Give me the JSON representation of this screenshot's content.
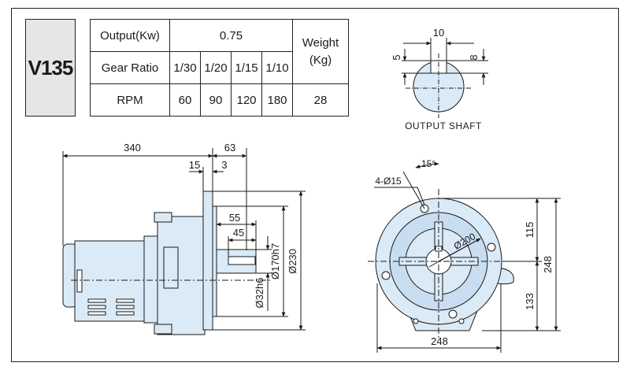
{
  "model": "V135",
  "spec_table": {
    "output_label": "Output(Kw)",
    "output_value": "0.75",
    "weight_label": "Weight\n(Kg)",
    "weight_value": "28",
    "gear_ratio_label": "Gear Ratio",
    "gear_ratios": [
      "1/30",
      "1/20",
      "1/15",
      "1/10"
    ],
    "rpm_label": "RPM",
    "rpm_values": [
      "60",
      "90",
      "120",
      "180"
    ]
  },
  "output_shaft": {
    "title": "OUTPUT SHAFT",
    "dim_width": "10",
    "dim_left": "5",
    "dim_right": "8"
  },
  "side_view": {
    "dim_total_length": "340",
    "dim_flange_to_shaft": "63",
    "dim_15": "15",
    "dim_3": "3",
    "dim_55": "55",
    "dim_45": "45",
    "dim_shaft_dia": "Ø32h6",
    "dim_pilot_dia": "Ø170h7",
    "dim_flange_dia": "Ø230"
  },
  "front_view": {
    "dim_angle": "15°",
    "dim_holes": "4-Ø15",
    "dim_pcd": "Ø200",
    "dim_top": "115",
    "dim_bottom": "133",
    "dim_total_height": "248",
    "dim_total_width": "248"
  },
  "colors": {
    "body_fill": "#dbeaf7",
    "line": "#1a1a1a",
    "model_bg": "#e6e6e8"
  }
}
